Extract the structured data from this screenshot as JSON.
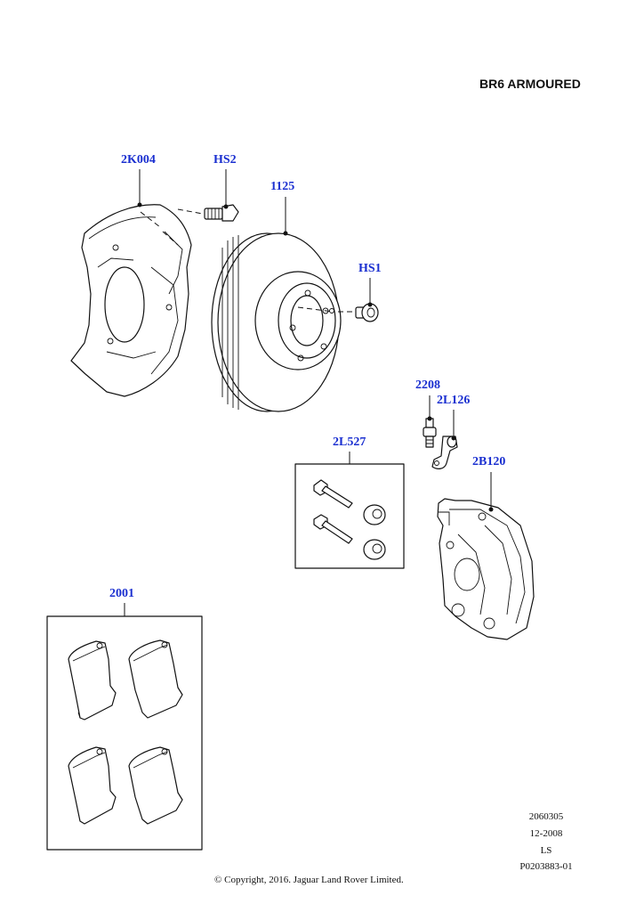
{
  "header": {
    "variant": "BR6 ARMOURED"
  },
  "callouts": {
    "shield": "2K004",
    "shield_bolt": "HS2",
    "disc": "1125",
    "disc_screw": "HS1",
    "bleed_screw": "2208",
    "hose_bracket": "2L126",
    "guide_pin_kit": "2L527",
    "caliper": "2B120",
    "pad_kit": "2001"
  },
  "footer": {
    "ref_code": "2060305",
    "date": "12-2008",
    "initials": "LS",
    "illustration_id": "P0203883-01",
    "copyright": "© Copyright, 2016. Jaguar Land Rover Limited."
  }
}
